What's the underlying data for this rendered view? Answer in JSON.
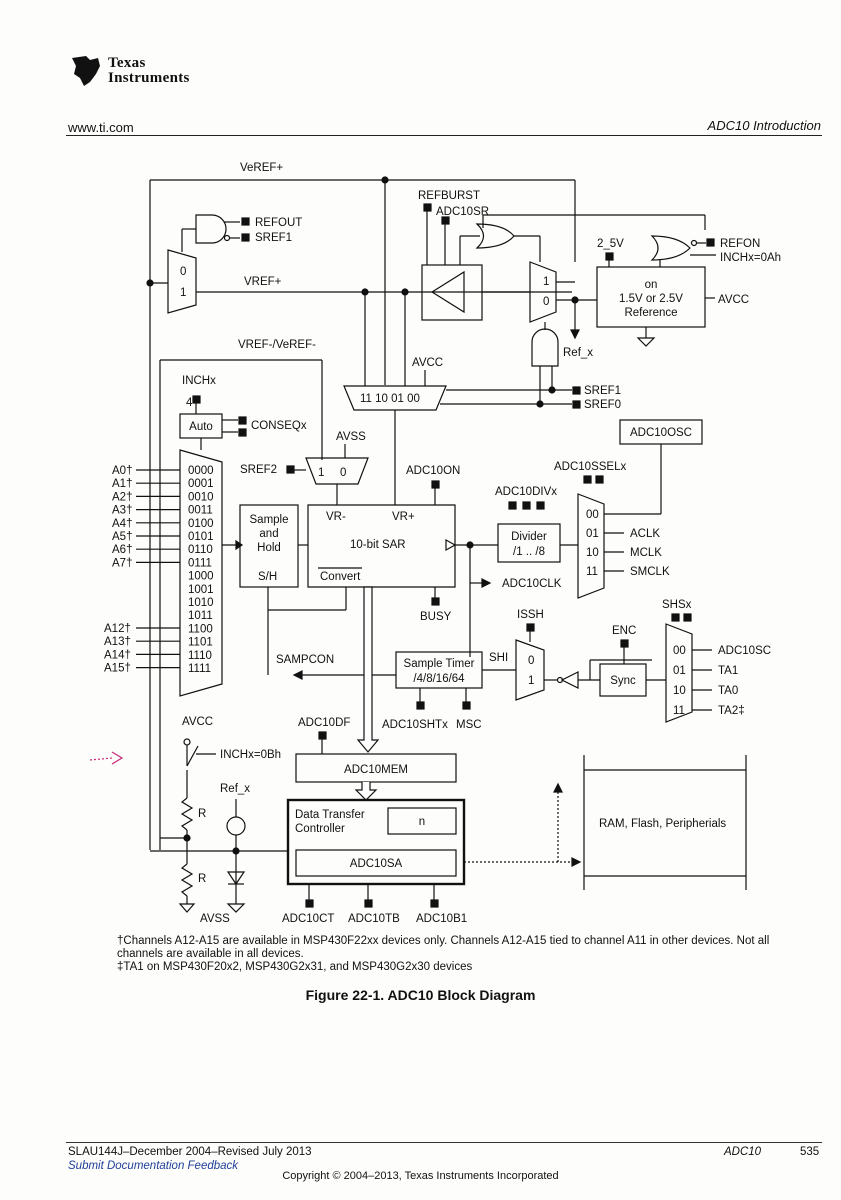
{
  "header": {
    "brand_line1": "Texas",
    "brand_line2": "Instruments",
    "website": "www.ti.com",
    "section": "ADC10 Introduction"
  },
  "diagram": {
    "vref_top": "VeREF+",
    "refburst": "REFBURST",
    "adc10sr": "ADC10SR",
    "refout": "REFOUT",
    "sref1_top": "SREF1",
    "mux_0": "0",
    "mux_1": "1",
    "vref_plus": "VREF+",
    "refon": "REFON",
    "inchx_0ah": "INCHx=0Ah",
    "v2_5": "2_5V",
    "ref_line1": "on",
    "ref_line2": "1.5V or 2.5V",
    "ref_line3": "Reference",
    "avcc_ref": "AVCC",
    "ref_x_top": "Ref_x",
    "vref_neg_label": "VREF-/VeREF-",
    "avcc_mux": "AVCC",
    "mux4_label": "11  10  01  00",
    "sref1": "SREF1",
    "sref0": "SREF0",
    "inchx": "INCHx",
    "inchx_4": "4",
    "auto": "Auto",
    "conseqx": "CONSEQx",
    "avss_mux": "AVSS",
    "adc10osc": "ADC10OSC",
    "sref2": "SREF2",
    "mux2_1": "1",
    "mux2_0": "0",
    "adc10on": "ADC10ON",
    "adc10sselx": "ADC10SSELx",
    "adc10divx": "ADC10DIVx",
    "channels_in": [
      "A0†",
      "A1†",
      "A2†",
      "A3†",
      "A4†",
      "A5†",
      "A6†",
      "A7†"
    ],
    "channels_in_hi": [
      "A12†",
      "A13†",
      "A14†",
      "A15†"
    ],
    "channel_codes": [
      "0000",
      "0001",
      "0010",
      "0011",
      "0100",
      "0101",
      "0110",
      "0111",
      "1000",
      "1001",
      "1010",
      "1011",
      "1100",
      "1101",
      "1110",
      "1111"
    ],
    "sample_hold_1": "Sample",
    "sample_hold_2": "and",
    "sample_hold_3": "Hold",
    "sh": "S/H",
    "vr_minus": "VR-",
    "vr_plus": "VR+",
    "sar": "10-bit SAR",
    "convert": "Convert",
    "divider_1": "Divider",
    "divider_2": "/1 .. /8",
    "ssel_codes": [
      "00",
      "01",
      "10",
      "11"
    ],
    "clock_sources": [
      "ACLK",
      "MCLK",
      "SMCLK"
    ],
    "adc10clk": "ADC10CLK",
    "busy": "BUSY",
    "issh": "ISSH",
    "enc": "ENC",
    "shsx": "SHSx",
    "sampcon": "SAMPCON",
    "shi": "SHI",
    "timer_1": "Sample Timer",
    "timer_2": "/4/8/16/64",
    "adc10shtx": "ADC10SHTx",
    "msc": "MSC",
    "sync": "Sync",
    "shs_codes": [
      "00",
      "01",
      "10",
      "11"
    ],
    "shs_sources": [
      "ADC10SC",
      "TA1",
      "TA0",
      "TA2‡"
    ],
    "avcc_div": "AVCC",
    "inchx_0bh": "INCHx=0Bh",
    "adc10df": "ADC10DF",
    "adc10mem": "ADC10MEM",
    "ref_x": "Ref_x",
    "r_top": "R",
    "r_bot": "R",
    "dtc_1": "Data Transfer",
    "dtc_2": "Controller",
    "n": "n",
    "adc10sa": "ADC10SA",
    "ram": "RAM, Flash, Peripherials",
    "avss_bottom": "AVSS",
    "adc10ct": "ADC10CT",
    "adc10tb": "ADC10TB",
    "adc10b1": "ADC10B1"
  },
  "footnotes": {
    "dagger": "†Channels A12-A15 are available in MSP430F22xx devices only. Channels A12-A15 tied to channel A11 in other devices. Not all channels are available in all devices.",
    "ddagger": "‡TA1 on MSP430F20x2, MSP430G2x31, and MSP430G2x30 devices"
  },
  "figure_caption": "Figure 22-1. ADC10 Block Diagram",
  "footer": {
    "doc_id": "SLAU144J–December 2004–Revised July 2013",
    "feedback": "Submit Documentation Feedback",
    "chapter": "ADC10",
    "page": "535",
    "copyright": "Copyright © 2004–2013, Texas Instruments Incorporated"
  }
}
